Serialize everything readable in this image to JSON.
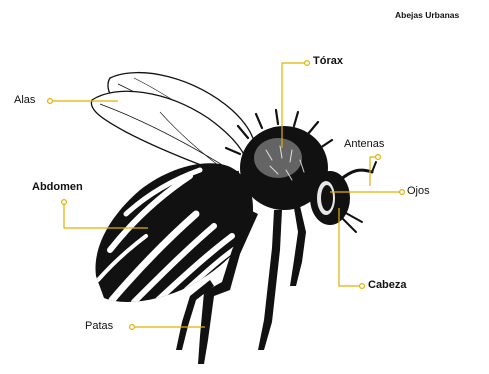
{
  "brand": "Abejas Urbanas",
  "labels": {
    "alas": "Alas",
    "torax": "Tórax",
    "antenas": "Antenas",
    "abdomen": "Abdomen",
    "ojos": "Ojos",
    "cabeza": "Cabeza",
    "patas": "Patas"
  },
  "colors": {
    "leader": "#e2b100",
    "ink": "#111111",
    "background": "#ffffff"
  },
  "icons": [
    "bee-illustration"
  ]
}
